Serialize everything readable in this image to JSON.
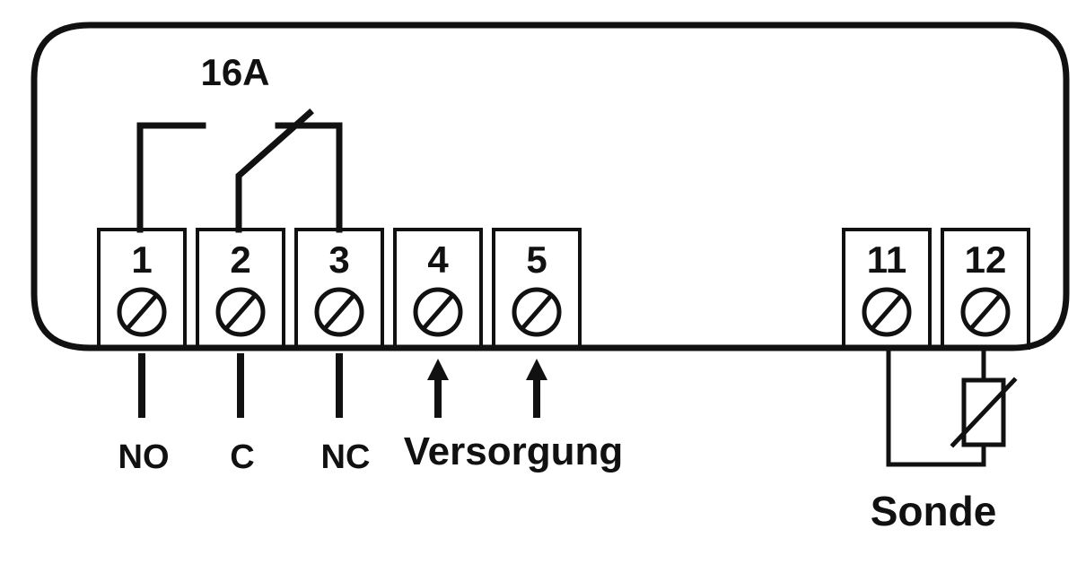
{
  "rating": "16A",
  "terminals": [
    "1",
    "2",
    "3",
    "4",
    "5",
    "11",
    "12"
  ],
  "labels": {
    "no": "NO",
    "c": "C",
    "nc": "NC",
    "supply": "Versorgung",
    "probe": "Sonde"
  },
  "colors": {
    "line": "#111111",
    "background": "#ffffff"
  }
}
